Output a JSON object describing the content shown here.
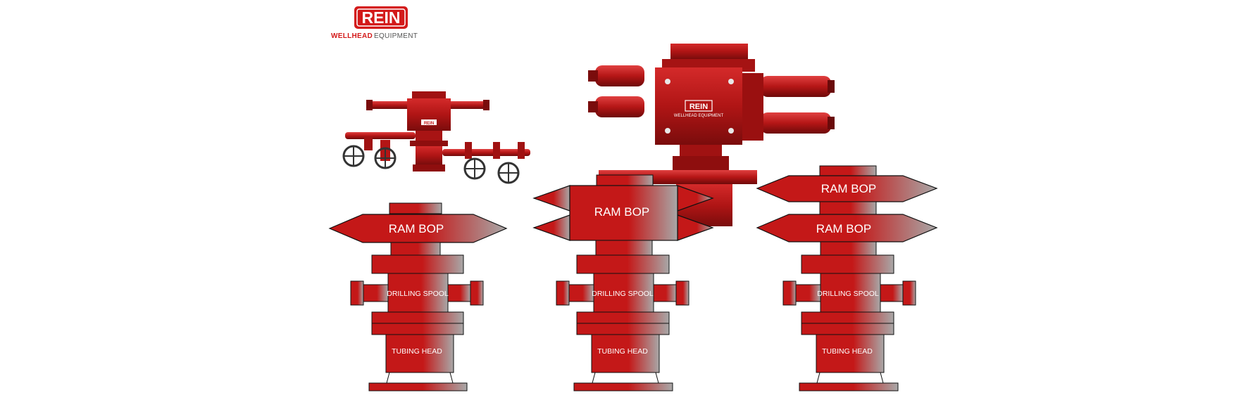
{
  "logo": {
    "brand": "REIN",
    "tagline_part1": "WELLHEAD",
    "tagline_part2": "EQUIPMENT"
  },
  "equipment_badge": {
    "brand": "REIN",
    "tagline": "WELLHEAD EQUIPMENT"
  },
  "colors": {
    "body_red": "#c41818",
    "dark_red": "#8e0e0e",
    "gradient_end": "#a8a8a8",
    "outline": "#111111"
  },
  "stacks": [
    {
      "name": "single-ram",
      "rams": [
        {
          "label": "RAM BOP"
        }
      ],
      "spool_label": "DRILLING SPOOL",
      "head_label": "TUBING HEAD"
    },
    {
      "name": "double-ram-block",
      "rams": [
        {
          "label": "RAM BOP"
        }
      ],
      "spool_label": "DRILLING SPOOL",
      "head_label": "TUBING HEAD"
    },
    {
      "name": "double-ram-stacked",
      "rams": [
        {
          "label": "RAM BOP"
        },
        {
          "label": "RAM BOP"
        }
      ],
      "spool_label": "DRILLING SPOOL",
      "head_label": "TUBING HEAD"
    }
  ]
}
